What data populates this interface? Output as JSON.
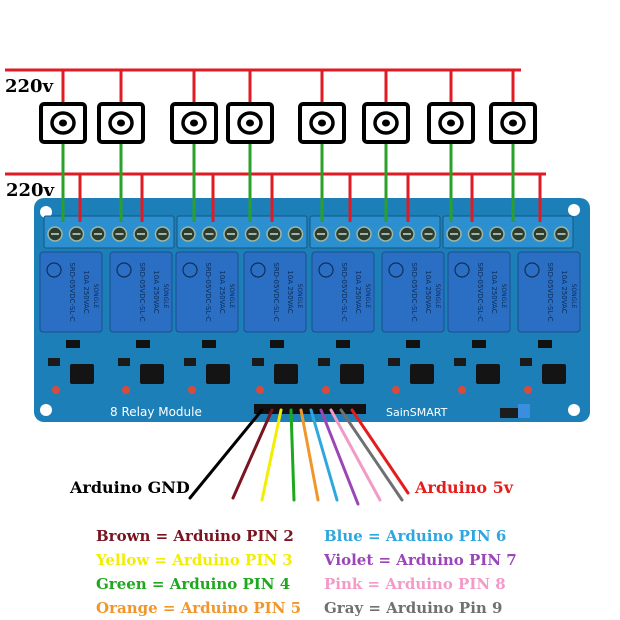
{
  "labels": {
    "top_voltage": "220v",
    "mid_voltage": "220v",
    "board_title": "8 Relay Module",
    "board_brand": "SainSMART",
    "arduino_gnd": "Arduino GND",
    "arduino_5v": "Arduino 5v"
  },
  "relay_marks": {
    "brand": "SONGLE",
    "model": "SRD-05VDC-SL-C",
    "rating": "10A 250VAC"
  },
  "legend": [
    {
      "text": "Brown = Arduino PIN 2",
      "color": "#7a1420"
    },
    {
      "text": "Yellow = Arduino PIN 3",
      "color": "#f2ee00"
    },
    {
      "text": "Green = Arduino PIN 4",
      "color": "#1ea81e"
    },
    {
      "text": "Orange = Arduino PIN 5",
      "color": "#f0962a"
    },
    {
      "text": "Blue = Arduino PIN 6",
      "color": "#2ea7e0"
    },
    {
      "text": "Violet = Arduino PIN 7",
      "color": "#9a45b8"
    },
    {
      "text": "Pink = Arduino PIN 8",
      "color": "#f29ac8"
    },
    {
      "text": "Gray = Arduino Pin 9",
      "color": "#707070"
    }
  ],
  "wire_colors": {
    "gnd": "#000000",
    "vcc": "#e41c1c",
    "brown": "#7a1420",
    "yellow": "#f2ee00",
    "green": "#1ea81e",
    "orange": "#f0962a",
    "blue": "#2ea7e0",
    "violet": "#9a45b8",
    "pink": "#f29ac8",
    "gray": "#707070",
    "ac_line": "#e01b24",
    "ac_return": "#2aa12a"
  },
  "board_colors": {
    "pcb": "#1d7fb8",
    "relay": "#2a6fc4",
    "terminal": "#2b8fd0"
  }
}
